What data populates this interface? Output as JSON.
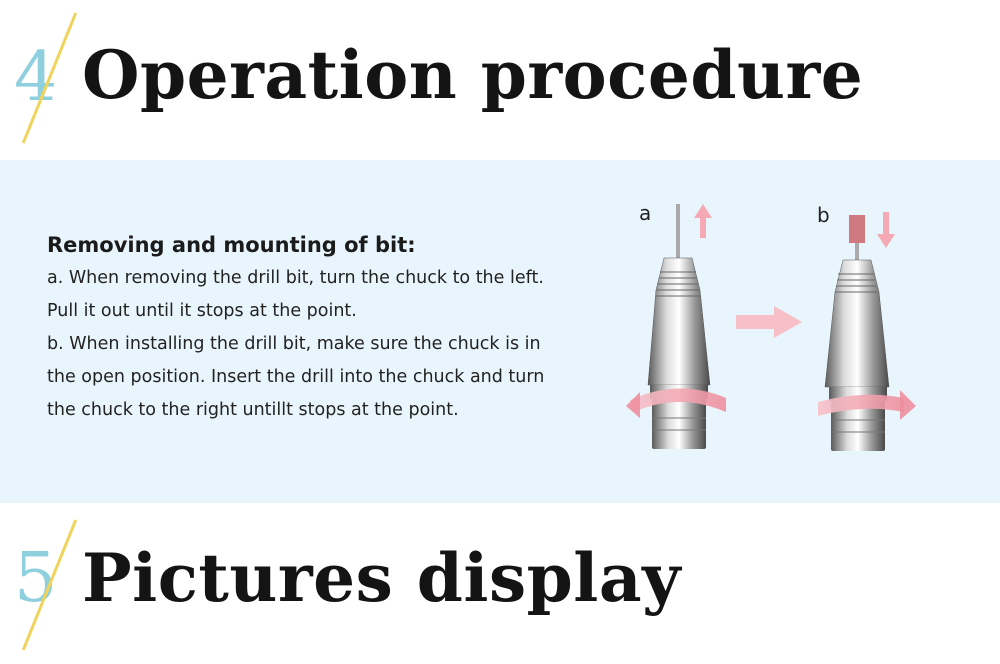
{
  "section4": {
    "number": "4",
    "title": "Operation procedure"
  },
  "instructions": {
    "heading": "Removing and mounting of bit:",
    "lines": [
      "a. When removing the drill bit, turn the chuck to the left.",
      "Pull it out until it stops at the point.",
      "b. When installing the drill bit, make sure the chuck is in",
      "the open position. Insert the drill into the chuck and turn",
      "the chuck to the right untillt stops at the point."
    ]
  },
  "diagram": {
    "label_a": "a",
    "label_b": "b"
  },
  "section5": {
    "number": "5",
    "title": "Pictures display"
  },
  "colors": {
    "accent_number": "#8fd0de",
    "slash": "#f0d35a",
    "panel_bg": "#e9f5fc",
    "arrow": "#f4a9b4"
  }
}
